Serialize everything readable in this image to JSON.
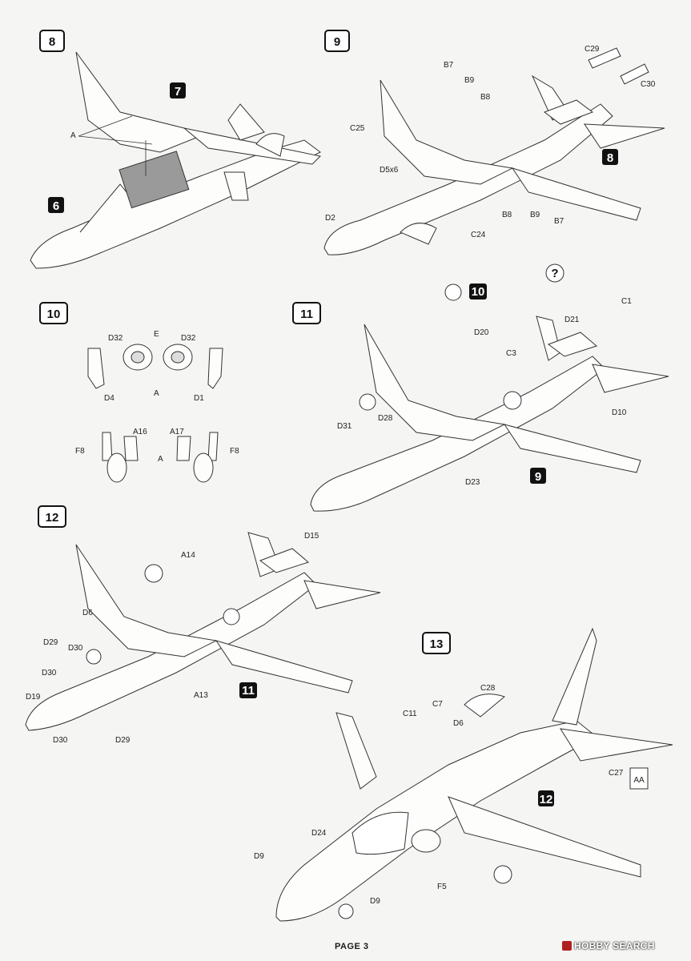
{
  "steps": {
    "s8": {
      "num": "8",
      "ref": "7",
      "ref2": "6",
      "labels": {
        "a": "A"
      }
    },
    "s9": {
      "num": "9",
      "ref": "8",
      "labels": {
        "b7a": "B7",
        "b9a": "B9",
        "b8a": "B8",
        "c25": "C25",
        "d5": "D5x6",
        "d2": "D2",
        "c24": "C24",
        "b8b": "B8",
        "b9b": "B9",
        "b7b": "B7",
        "c29": "C29",
        "c30": "C30"
      }
    },
    "s10": {
      "num": "10",
      "labels": {
        "d32a": "D32",
        "e": "E",
        "d32b": "D32",
        "d4": "D4",
        "a1": "A",
        "d1": "D1",
        "a16": "A16",
        "a17": "A17",
        "f8a": "F8",
        "a2": "A",
        "f8b": "F8"
      }
    },
    "s11": {
      "num": "11",
      "ref": "10",
      "ref2": "9",
      "q": "?",
      "labels": {
        "c1": "C1",
        "d21": "D21",
        "c3": "C3",
        "d20": "D20",
        "d10": "D10",
        "d31": "D31",
        "d28": "D28",
        "d23": "D23"
      }
    },
    "s12": {
      "num": "12",
      "ref": "11",
      "labels": {
        "d15": "D15",
        "a14": "A14",
        "d6": "D6",
        "d29a": "D29",
        "d30a": "D30",
        "d30b": "D30",
        "d19": "D19",
        "a13": "A13",
        "d30c": "D30",
        "d29b": "D29"
      }
    },
    "s13": {
      "num": "13",
      "ref": "12",
      "labels": {
        "c7": "C7",
        "c28": "C28",
        "c11": "C11",
        "d6": "D6",
        "c27": "C27",
        "aa": "AA",
        "d24": "D24",
        "d9a": "D9",
        "d9b": "D9",
        "f5": "F5"
      }
    }
  },
  "footer": {
    "page": "PAGE 3",
    "watermark": "HOBBY SEARCH"
  }
}
